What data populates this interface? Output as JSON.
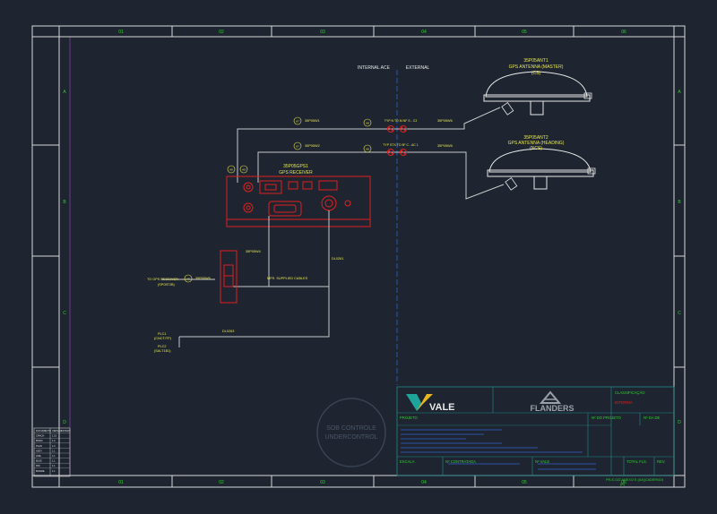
{
  "grid": {
    "columns": [
      "01",
      "02",
      "03",
      "04",
      "05",
      "06"
    ],
    "rows": [
      "A",
      "B",
      "C",
      "D"
    ]
  },
  "sections": {
    "internal": "INTERNAL ACE",
    "external": "EXTERNAL"
  },
  "antenna1": {
    "tag": "35P05ANT1",
    "name": "GPS ANTENNA (MASTER)",
    "sub": "(CS)"
  },
  "antenna2": {
    "tag": "35P05ANT2",
    "name": "GPS ANTENNA (HEADING)",
    "sub": "(NCS)"
  },
  "receiver": {
    "tag": "35P05GPS1",
    "name": "GPS RECEIVER"
  },
  "cables": {
    "c1": "35P05W1",
    "c2": "35P05W2",
    "c3": "35P05W4",
    "c4": "35P05W5",
    "c5": "35P05W3",
    "ext1": "35P05W6",
    "ext2": "35P05W8",
    "cw": "35P05W5",
    "dl": "DL0261",
    "dl2": "DL0263"
  },
  "connectors": {
    "pass1": "TYP N TO M NF S - C3",
    "pass2": "TYP STX TO 5F C - AC 1"
  },
  "callouts": {
    "a": "A7",
    "b": "A8",
    "c": "A9"
  },
  "labels": {
    "supplied": "MFR. SUPPLIED CABLES",
    "to_gps": "TO GPS RECEIVER",
    "to_gps_sub": "(SP05T2B)",
    "plc1": "PLC1",
    "plc1_sub": "(CNCT/TP)",
    "plc2": "PLC2",
    "plc2_sub": "(SALT1B1)"
  },
  "watermark": {
    "line1": "SOB CONTROLE",
    "line2": "UNDERCONTROL"
  },
  "revision_table": {
    "headers": [
      "DOCUMENTO",
      "VERSÃO",
      "ESTADO"
    ],
    "rows": [
      [
        "CRACH",
        "1.15",
        ""
      ],
      [
        "BASIC",
        "1.2",
        ""
      ],
      [
        "PLAN",
        "1.3",
        ""
      ],
      [
        "ASSY",
        "1.1",
        ""
      ],
      [
        "LINE",
        "1.1",
        ""
      ],
      [
        "BLUE",
        "1.1",
        ""
      ],
      [
        "R01",
        "1.1",
        ""
      ],
      [
        "BASIDE",
        "1.1",
        ""
      ]
    ]
  },
  "title_block": {
    "brand_vale": "VALE",
    "brand_flanders": "FLANDERS",
    "classificacao_label": "CLASSIFICAÇÃO",
    "classificacao_value": "INTERNA",
    "projeto_label": "PROJETO",
    "n_projeto_label": "Nº DO PROJETO",
    "n_de_label": "Nº DA DE",
    "escala_label": "ESCALA",
    "n_contratada_label": "Nº CONTRATADA",
    "n_vale_label": "Nº VALE",
    "total_fls_label": "TOTAL FLS.",
    "rev_label": "REV.",
    "footer_note": "PR-E-022 ANEXO E (A3)(CADERNO)",
    "footer_sub": "(B)"
  },
  "colors": {
    "bg": "#1e2530",
    "frame": "#d8d8d8",
    "inner": "#6a3a8a",
    "grid_label": "#30d030",
    "yellow": "#e8e850",
    "red": "#e02020",
    "wire": "#c8c8c8",
    "cyan": "#20c8d8",
    "teal": "#208c8c",
    "blue": "#3060d0"
  }
}
